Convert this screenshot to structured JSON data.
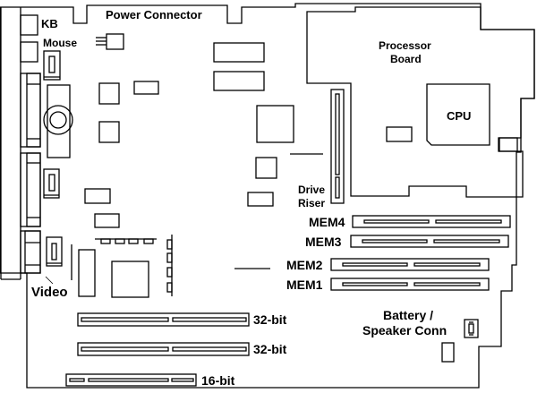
{
  "diagram": {
    "title": "Motherboard layout",
    "labels": {
      "power_connector": "Power Connector",
      "kb": "KB",
      "mouse": "Mouse",
      "processor_board_line1": "Processor",
      "processor_board_line2": "Board",
      "cpu": "CPU",
      "drive_riser_line1": "Drive",
      "drive_riser_line2": "Riser",
      "mem4": "MEM4",
      "mem3": "MEM3",
      "mem2": "MEM2",
      "mem1": "MEM1",
      "video": "Video",
      "slot1": "32-bit",
      "slot2": "32-bit",
      "slot3": "16-bit",
      "battery_line1": "Battery /",
      "battery_line2": "Speaker Conn"
    },
    "colors": {
      "line": "#000000",
      "background": "#ffffff"
    }
  }
}
